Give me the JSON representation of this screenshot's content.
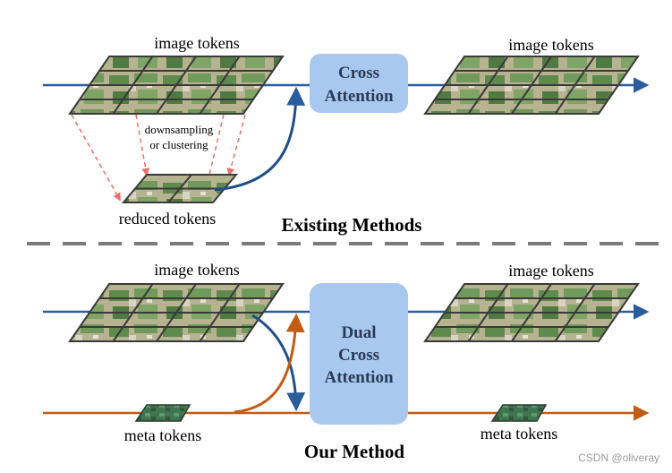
{
  "top": {
    "input_label": "image tokens",
    "output_label": "image tokens",
    "op_lines": [
      "Cross",
      "Attention"
    ],
    "reduce_lines": [
      "downsampling",
      "or clustering"
    ],
    "reduced_label": "reduced tokens",
    "section_title": "Existing Methods"
  },
  "bottom": {
    "input_label": "image tokens",
    "output_label": "image tokens",
    "op_lines": [
      "Dual",
      "Cross",
      "Attention"
    ],
    "meta_in_label": "meta tokens",
    "meta_out_label": "meta tokens",
    "section_title": "Our Method"
  },
  "watermark": "CSDN @oliveray",
  "colors": {
    "blue_arrow": "#2b5d9c",
    "orange_arrow": "#c25c14",
    "attention_box": "#a9c8f0",
    "dashed_line": "#7a7a7a",
    "reduce_lines": "#e8706a",
    "grid": "#3a3a3a",
    "tile_ground": "#b7b290",
    "tile_green": "#5f8a4e"
  }
}
